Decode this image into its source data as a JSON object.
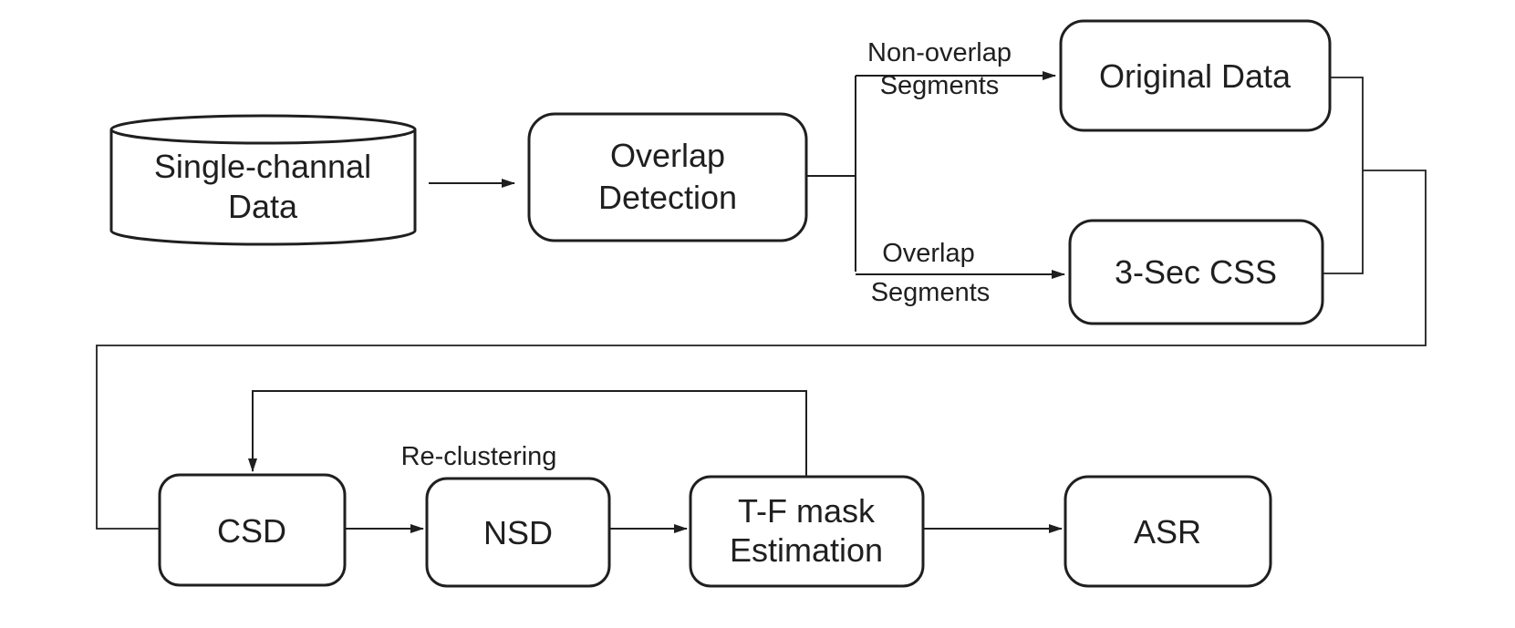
{
  "diagram": {
    "nodes": {
      "single_channel_data": {
        "shape": "cylinder",
        "line1": "Single-channal",
        "line2": "Data"
      },
      "overlap_detection": {
        "shape": "rounded-rect",
        "line1": "Overlap",
        "line2": "Detection"
      },
      "original_data": {
        "shape": "rounded-rect",
        "label": "Original Data"
      },
      "three_sec_css": {
        "shape": "rounded-rect",
        "label": "3-Sec CSS"
      },
      "csd": {
        "shape": "rounded-rect",
        "label": "CSD"
      },
      "nsd": {
        "shape": "rounded-rect",
        "label": "NSD"
      },
      "tf_mask_estimation": {
        "shape": "rounded-rect",
        "line1": "T-F mask",
        "line2": "Estimation"
      },
      "asr": {
        "shape": "rounded-rect",
        "label": "ASR"
      }
    },
    "edge_labels": {
      "non_overlap": {
        "line1": "Non-overlap",
        "line2": "Segments"
      },
      "overlap": {
        "line1": "Overlap",
        "line2": "Segments"
      },
      "re_clustering": "Re-clustering"
    },
    "edges": [
      "single_channel_data -> overlap_detection",
      "overlap_detection -> original_data (Non-overlap Segments)",
      "overlap_detection -> three_sec_css (Overlap Segments)",
      "original_data + three_sec_css -> csd",
      "csd -> nsd",
      "nsd -> tf_mask_estimation",
      "tf_mask_estimation -> asr",
      "tf_mask_estimation -> csd (Re-clustering feedback)"
    ]
  },
  "colors": {
    "stroke": "#1f1f1f",
    "background": "#ffffff"
  }
}
